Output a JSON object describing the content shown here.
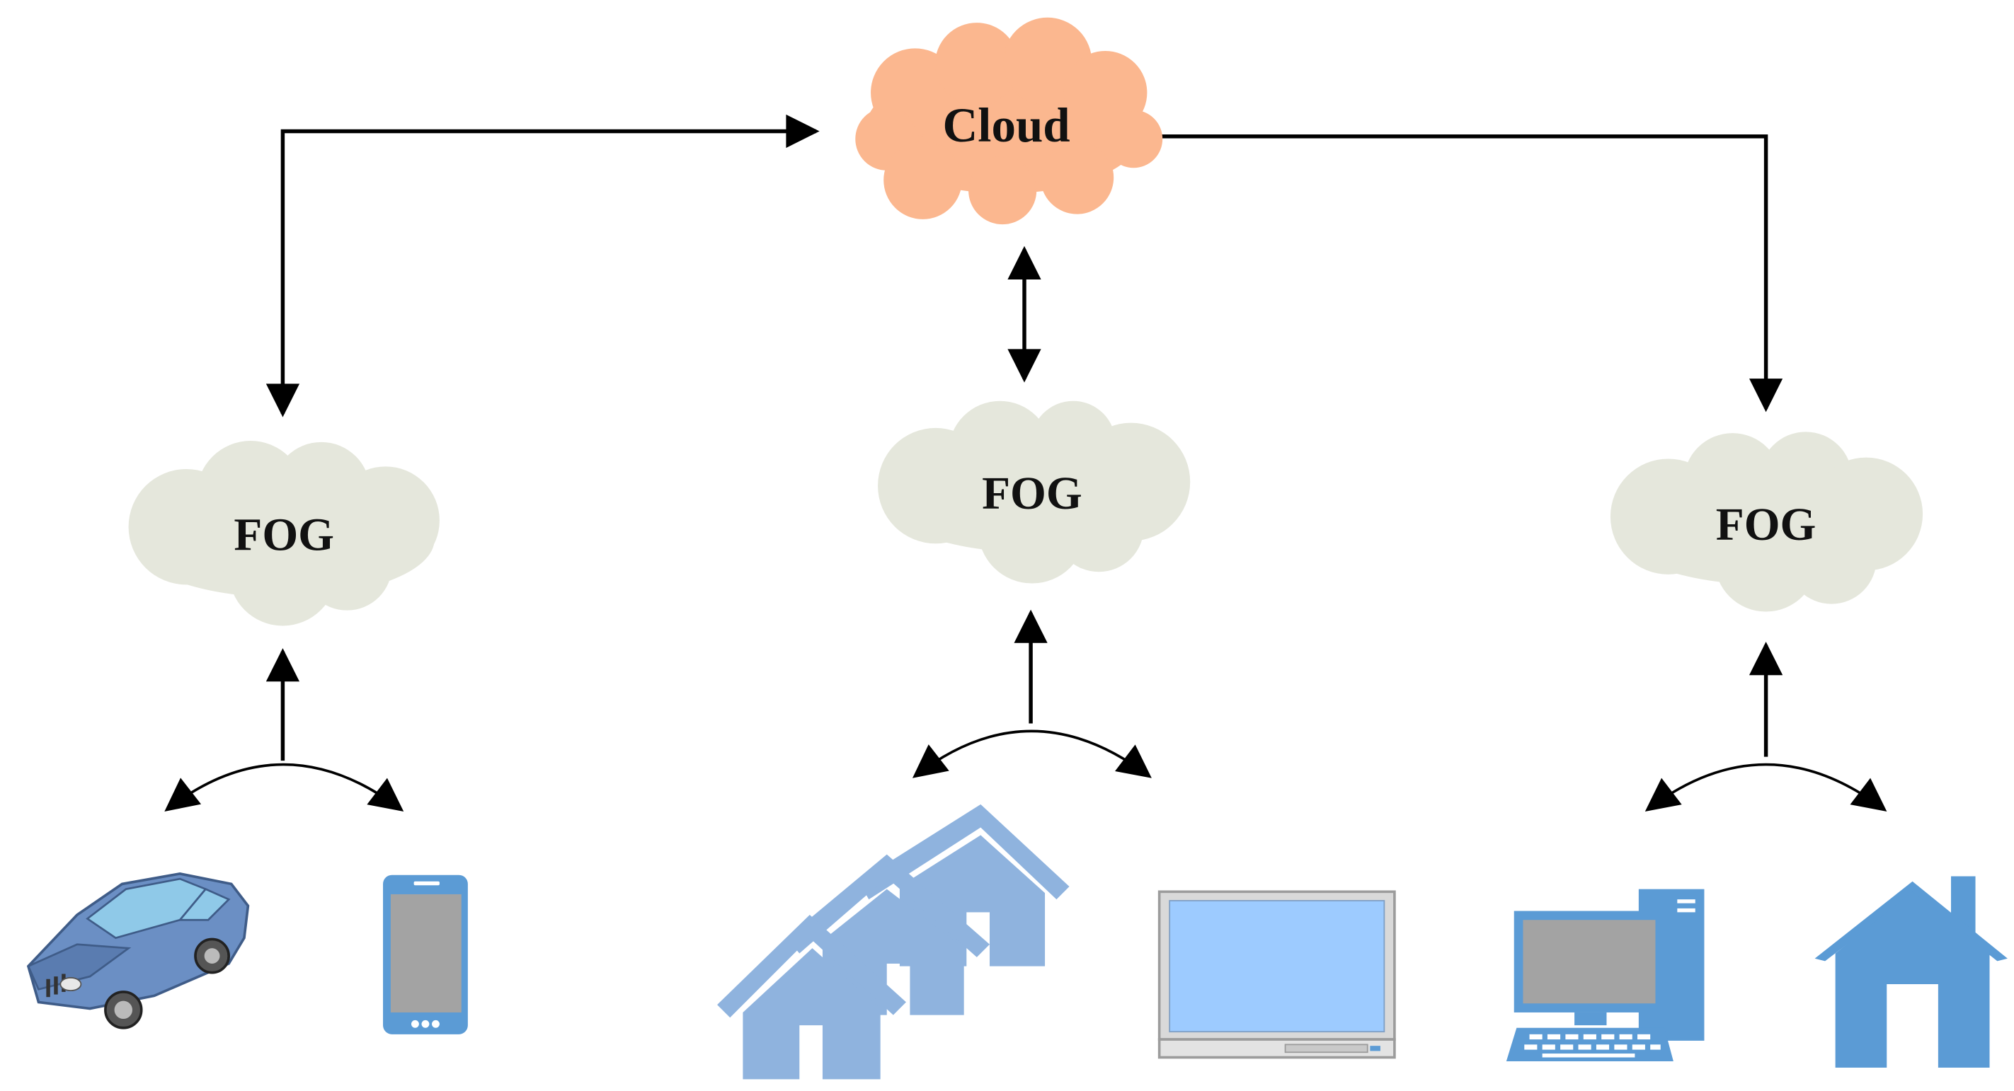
{
  "cloud": {
    "label": "Cloud",
    "color": "#FBB78F"
  },
  "fog_nodes": [
    {
      "label": "FOG",
      "devices": [
        "car-icon",
        "smartphone-icon"
      ]
    },
    {
      "label": "FOG",
      "devices": [
        "houses-group-icon",
        "laptop-monitor-icon"
      ]
    },
    {
      "label": "FOG",
      "devices": [
        "desktop-computer-icon",
        "house-icon"
      ]
    }
  ],
  "colors": {
    "fog": "#E5E7DC",
    "device_blue": "#5B9BD5",
    "houses_blue": "#8FB3DE",
    "screen": "#9DCBFF",
    "screen_gray": "#A3A3A3",
    "line": "#000000"
  }
}
